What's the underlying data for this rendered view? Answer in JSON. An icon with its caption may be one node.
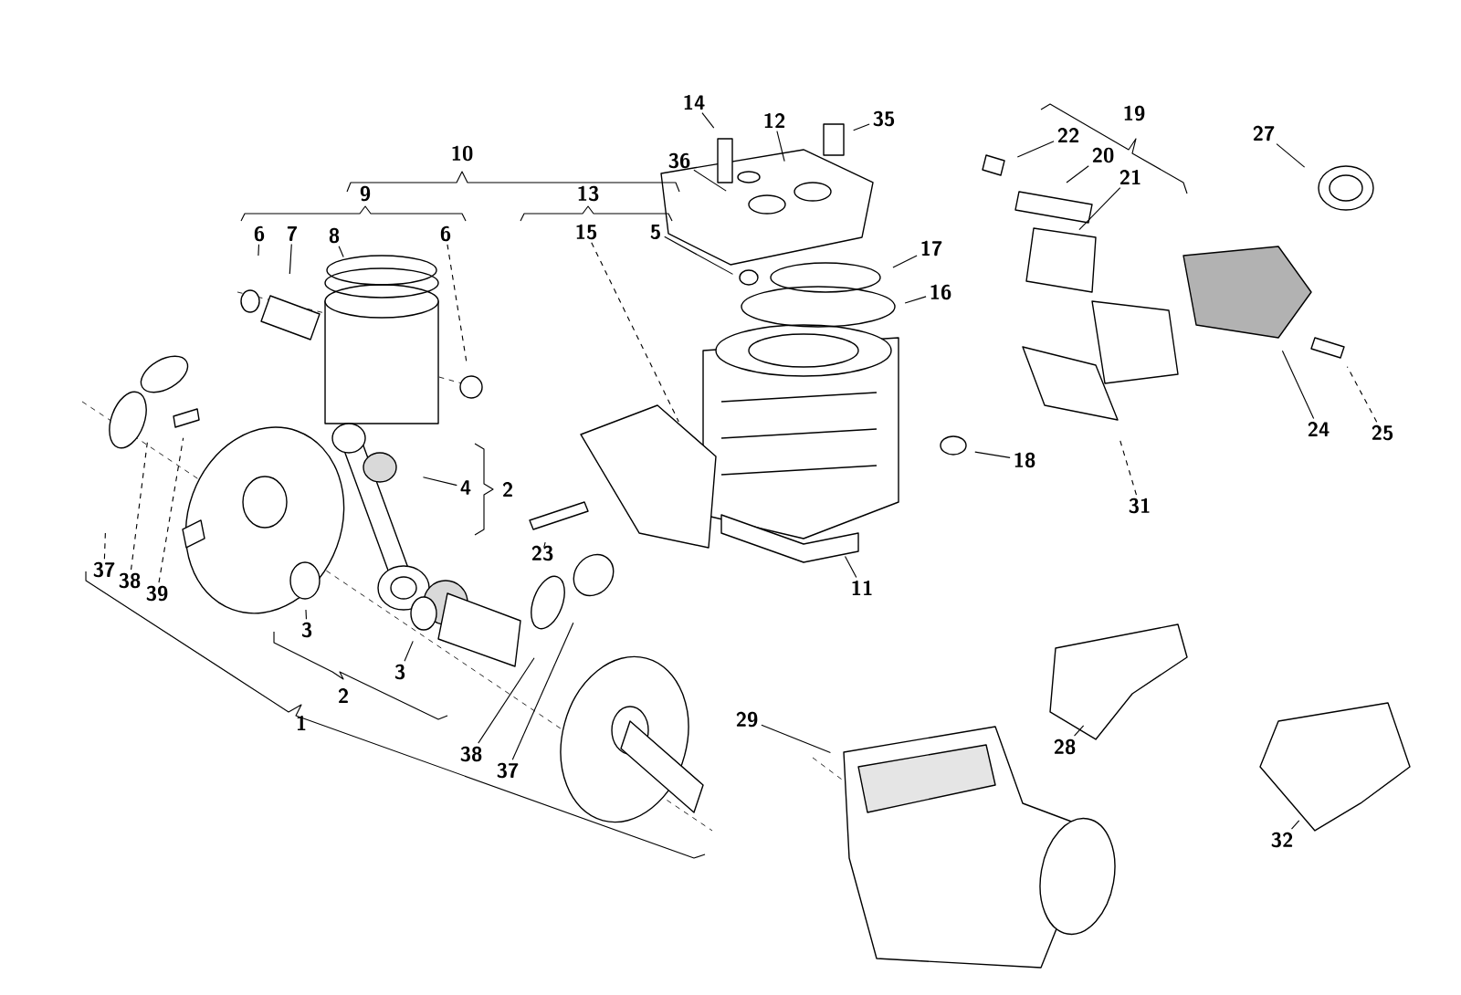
{
  "diagram": {
    "nodes": [
      {
        "text": [
          "35"
        ]
      },
      {
        "text": [
          "12"
        ]
      },
      {
        "text": [
          "14"
        ]
      },
      {
        "text": [
          "27"
        ]
      },
      {
        "text": [
          "22"
        ]
      },
      {
        "text": [
          "20"
        ]
      },
      {
        "text": [
          "36"
        ]
      },
      {
        "text": [
          "21"
        ]
      },
      {
        "text": [
          "6"
        ]
      },
      {
        "text": [
          "7"
        ]
      },
      {
        "text": [
          "8"
        ]
      },
      {
        "text": [
          "6"
        ]
      },
      {
        "text": [
          "15"
        ]
      },
      {
        "text": [
          "5"
        ]
      },
      {
        "text": [
          "17"
        ]
      },
      {
        "text": [
          "16"
        ]
      },
      {
        "text": [
          "24"
        ]
      },
      {
        "text": [
          "25"
        ]
      },
      {
        "text": [
          "18"
        ]
      },
      {
        "text": [
          "4"
        ]
      },
      {
        "text": [
          "31"
        ]
      },
      {
        "text": [
          "23"
        ]
      },
      {
        "text": [
          "37"
        ]
      },
      {
        "text": [
          "38"
        ]
      },
      {
        "text": [
          "11"
        ]
      },
      {
        "text": [
          "39"
        ]
      },
      {
        "text": [
          "3"
        ]
      },
      {
        "text": [
          "3"
        ]
      },
      {
        "text": [
          "29"
        ]
      },
      {
        "text": [
          "28"
        ]
      },
      {
        "text": [
          "38"
        ]
      },
      {
        "text": [
          "37"
        ]
      },
      {
        "text": [
          "32"
        ]
      }
    ],
    "edges": [
      {
        "from": 0,
        "to": null,
        "arrow": "none"
      },
      {
        "from": 1,
        "to": null,
        "arrow": "none"
      },
      {
        "from": 2,
        "to": null,
        "arrow": "none"
      },
      {
        "from": 3,
        "to": null,
        "arrow": "none"
      },
      {
        "from": 4,
        "to": null,
        "arrow": "none"
      },
      {
        "from": 5,
        "to": null,
        "arrow": "none"
      },
      {
        "from": 6,
        "to": null,
        "arrow": "none"
      },
      {
        "from": 7,
        "to": null,
        "arrow": "none"
      },
      {
        "from": 8,
        "to": null,
        "arrow": "none"
      },
      {
        "from": 9,
        "to": null,
        "arrow": "none"
      },
      {
        "from": 10,
        "to": null,
        "arrow": "none"
      },
      {
        "from": 11,
        "to": null,
        "arrow": "none",
        "style": "dashed"
      },
      {
        "from": 12,
        "to": null,
        "arrow": "none",
        "style": "dashed"
      },
      {
        "from": 13,
        "to": null,
        "arrow": "none"
      },
      {
        "from": 14,
        "to": null,
        "arrow": "none"
      },
      {
        "from": 15,
        "to": null,
        "arrow": "none"
      },
      {
        "from": 16,
        "to": null,
        "arrow": "none"
      },
      {
        "from": 17,
        "to": null,
        "arrow": "none",
        "style": "dashed"
      },
      {
        "from": 18,
        "to": null,
        "arrow": "none"
      },
      {
        "from": 19,
        "to": null,
        "arrow": "none"
      },
      {
        "from": 20,
        "to": null,
        "arrow": "none",
        "style": "dashed"
      },
      {
        "from": 21,
        "to": null,
        "arrow": "none",
        "style": "dashed"
      },
      {
        "from": 22,
        "to": null,
        "arrow": "none",
        "style": "dashed"
      },
      {
        "from": 23,
        "to": null,
        "arrow": "none",
        "style": "dashed"
      },
      {
        "from": 24,
        "to": null,
        "arrow": "none"
      },
      {
        "from": 25,
        "to": null,
        "arrow": "none",
        "style": "dashed"
      },
      {
        "from": 26,
        "to": null,
        "arrow": "none"
      },
      {
        "from": 27,
        "to": null,
        "arrow": "none"
      },
      {
        "from": 28,
        "to": null,
        "arrow": "none"
      },
      {
        "from": 29,
        "to": null,
        "arrow": "none"
      },
      {
        "from": 30,
        "to": null,
        "arrow": "none"
      },
      {
        "from": 31,
        "to": null,
        "arrow": "none"
      },
      {
        "from": 32,
        "to": null,
        "arrow": "none"
      }
    ],
    "labels": [
      "19",
      "10",
      "9",
      "13",
      "2",
      "2",
      "1"
    ]
  }
}
